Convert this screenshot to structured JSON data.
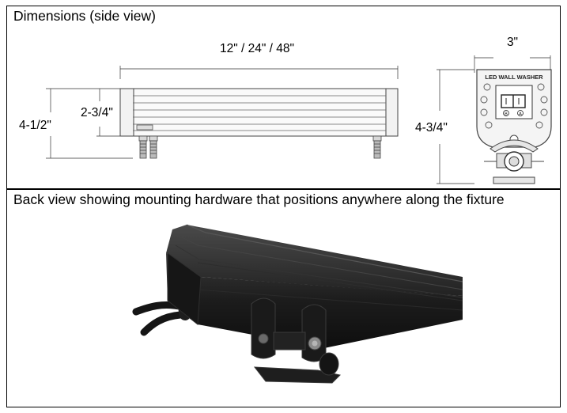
{
  "section_side": {
    "title": "Dimensions (side view)",
    "length_label": "12\" / 24\" / 48\"",
    "total_height_label": "4-1/2\"",
    "body_height_label": "2-3/4\"",
    "end_width_label": "3\"",
    "end_height_label": "4-3/4\"",
    "end_plate_text": "LED WALL WASHER",
    "end_marks": [
      "B",
      "A"
    ]
  },
  "section_back": {
    "title": "Back view showing mounting hardware that positions anywhere along the fixture"
  },
  "colors": {
    "border": "#000000",
    "fixture_dark": "#1e1e1e",
    "drawing_line": "#333333"
  }
}
